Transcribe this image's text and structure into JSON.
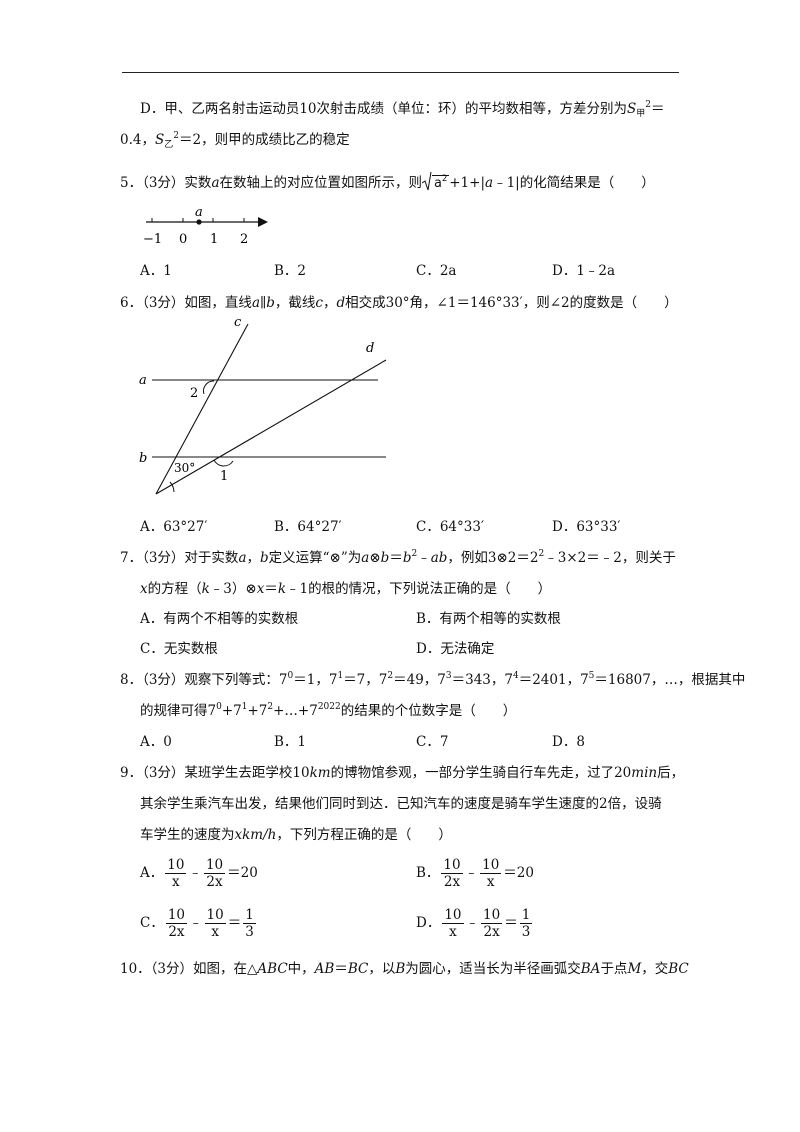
{
  "q4d": {
    "line1_prefix": "D．甲、乙两名射击运动员10次射击成绩（单位：环）的平均数相等，方差分别为",
    "s_sym": "S",
    "sub_jia": "甲",
    "sup2": "2",
    "eq": "＝",
    "line2_a": "0.4，",
    "sub_yi": "乙",
    "line2_b": "＝2，则甲的成绩比乙的稳定"
  },
  "q5": {
    "stem_a": "5．（3分）实数",
    "var_a": "a",
    "stem_b": "在数轴上的对应位置如图所示，则",
    "root_a": "a",
    "stem_c": "+1+|",
    "stem_d": "a",
    "stem_e": "﹣1|的化简结果是（　　）",
    "axis_label_a": "a",
    "ticks": [
      "−1",
      "0",
      "1",
      "2"
    ],
    "options": [
      {
        "letter": "A．",
        "text": "1"
      },
      {
        "letter": "B．",
        "text": "2"
      },
      {
        "letter": "C．",
        "text": "2a"
      },
      {
        "letter": "D．",
        "text": "1﹣2a"
      }
    ]
  },
  "q6": {
    "stem_a": "6．（3分）如图，直线",
    "a": "a",
    "par": "∥",
    "b": "b",
    "stem_b": "，截线",
    "c": "c",
    "comma": "，",
    "d": "d",
    "stem_c": "相交成30°角，∠1＝146°33′，则∠2的度数是（　　）",
    "figure": {
      "label_a": "a",
      "label_b": "b",
      "label_c": "c",
      "label_d": "d",
      "label_1": "1",
      "label_2": "2",
      "label_30": "30°"
    },
    "options": [
      {
        "letter": "A．",
        "text": "63°27′"
      },
      {
        "letter": "B．",
        "text": "64°27′"
      },
      {
        "letter": "C．",
        "text": "64°33′"
      },
      {
        "letter": "D．",
        "text": "63°33′"
      }
    ]
  },
  "q7": {
    "l1_a": "7．（3分）对于实数",
    "l1_ab": "a",
    "l1_comma": "，",
    "l1_b": "b",
    "l1_c": "定义运算“⊗”为",
    "l1_d": "a",
    "l1_otimes": "⊗",
    "l1_e": "b",
    "l1_f": "＝",
    "l1_g": "b",
    "l1_h": "﹣",
    "l1_i": "ab",
    "l1_j": "，例如3⊗2＝2",
    "l1_k": "﹣3×2＝﹣2，则关于",
    "l2_x": "x",
    "l2_a": "的方程（",
    "l2_k": "k",
    "l2_b": "﹣3）⊗",
    "l2_x2": "x",
    "l2_c": "＝",
    "l2_k2": "k",
    "l2_d": "﹣1的根的情况，下列说法正确的是（　　）",
    "options": [
      {
        "letter": "A．",
        "text": "有两个不相等的实数根"
      },
      {
        "letter": "B．",
        "text": "有两个相等的实数根"
      },
      {
        "letter": "C．",
        "text": "无实数根"
      },
      {
        "letter": "D．",
        "text": "无法确定"
      }
    ]
  },
  "q8": {
    "l1_a": "8．（3分）观察下列等式：7",
    "p0": "0",
    "l1_b": "＝1，7",
    "p1": "1",
    "l1_c": "＝7，7",
    "p2": "2",
    "l1_d": "＝49，7",
    "p3": "3",
    "l1_e": "＝343，7",
    "p4": "4",
    "l1_f": "＝2401，7",
    "p5": "5",
    "l1_g": "＝16807，…，根据其中",
    "l2_a": "的规律可得7",
    "l2_b": "+7",
    "l2_c": "+7",
    "l2_d": "+…+7",
    "p2022": "2022",
    "l2_e": "的结果的个位数字是（　　）",
    "options": [
      {
        "letter": "A．",
        "text": "0"
      },
      {
        "letter": "B．",
        "text": "1"
      },
      {
        "letter": "C．",
        "text": "7"
      },
      {
        "letter": "D．",
        "text": "8"
      }
    ]
  },
  "q9": {
    "l1_a": "9．（3分）某班学生去距学校10",
    "km": "km",
    "l1_b": "的博物馆参观，一部分学生骑自行车先走，过了20",
    "min": "min",
    "l1_c": "后，",
    "l2": "其余学生乘汽车出发，结果他们同时到达．已知汽车的速度是骑车学生速度的2倍，设骑",
    "l3_a": "车学生的速度为",
    "l3_x": "xkm/h",
    "l3_b": "，下列方程正确的是（　　）",
    "ten": "10",
    "x": "x",
    "twox": "2x",
    "minus": "﹣",
    "eq20": "＝20",
    "eq": "＝",
    "one": "1",
    "three": "3",
    "letters": [
      "A．",
      "B．",
      "C．",
      "D．"
    ]
  },
  "q10": {
    "a": "10．（3分）如图，在△",
    "abc": "ABC",
    "b": "中，",
    "ab": "AB",
    "c": "＝",
    "bc": "BC",
    "d": "，以",
    "bb": "B",
    "e": "为圆心，适当长为半径画弧交",
    "ba": "BA",
    "f": "于点",
    "m": "M",
    "g": "，交",
    "bc2": "BC"
  }
}
